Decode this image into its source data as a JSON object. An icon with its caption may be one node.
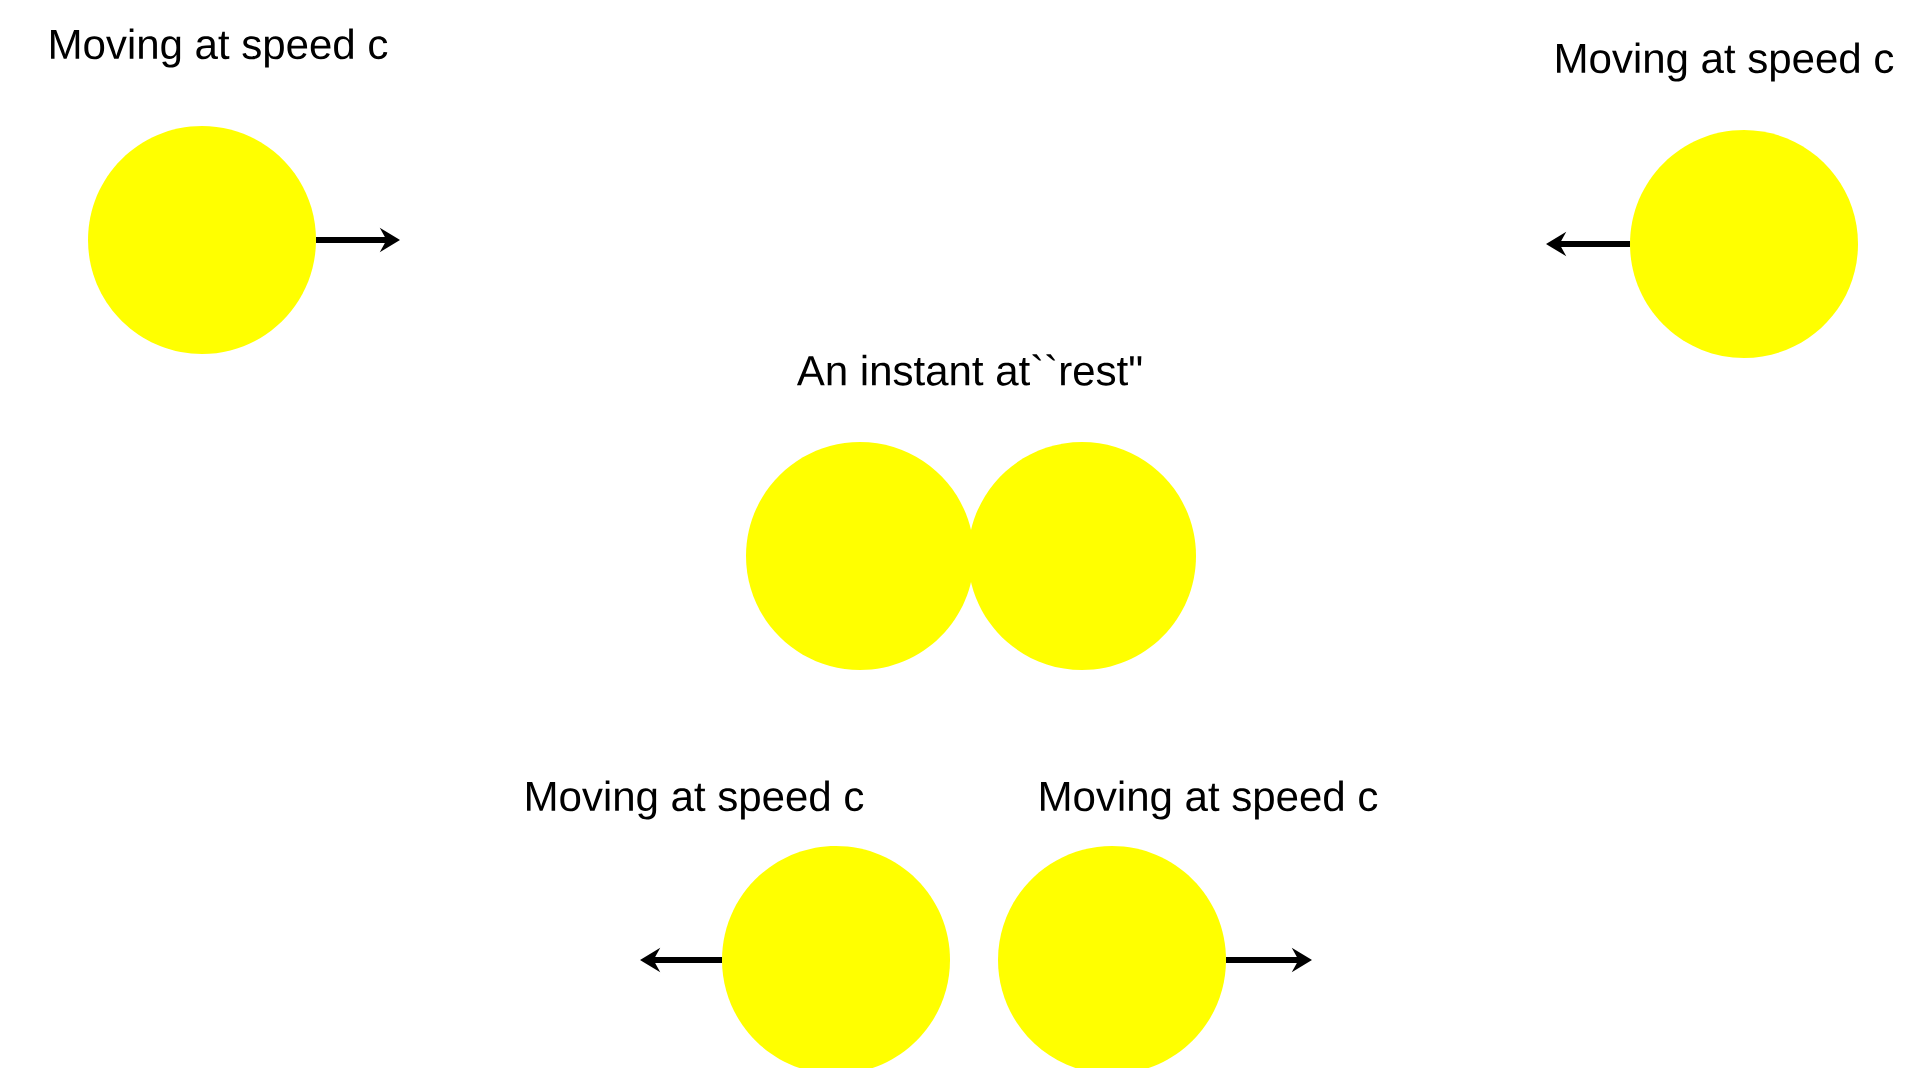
{
  "diagram": {
    "nodes": [
      {
        "text": [],
        "shape": "circle"
      },
      {
        "text": [],
        "shape": "circle"
      },
      {
        "text": [],
        "shape": "circle"
      },
      {
        "text": [],
        "shape": "circle"
      },
      {
        "text": [],
        "shape": "circle"
      },
      {
        "text": [],
        "shape": "circle"
      }
    ],
    "labels": [
      "Moving at speed c",
      "Moving at speed c",
      "An instant at``rest\"",
      "Moving at speed c",
      "Moving at speed c"
    ]
  }
}
